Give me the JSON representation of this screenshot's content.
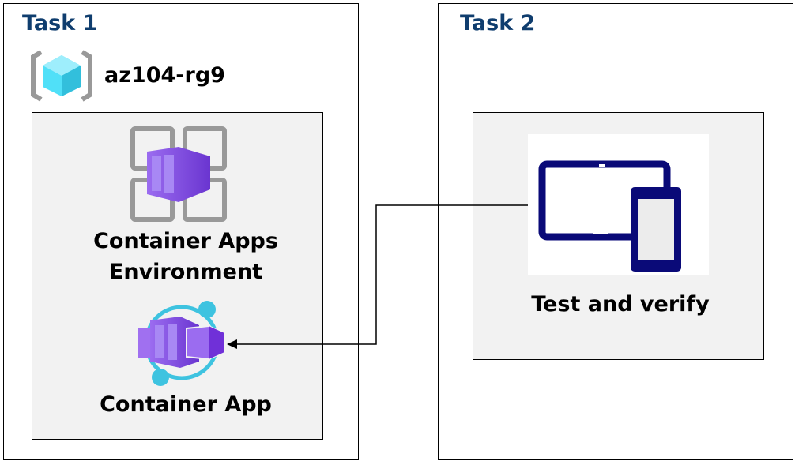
{
  "task1": {
    "title": "Task 1",
    "resource_group": "az104-rg9",
    "environment_label_line1": "Container Apps",
    "environment_label_line2": "Environment",
    "app_label": "Container App"
  },
  "task2": {
    "title": "Task 2",
    "test_label": "Test and verify"
  },
  "icons": {
    "resource_group": "resource-group-icon",
    "environment": "container-apps-environment-icon",
    "app": "container-app-icon",
    "devices": "tablet-phone-icon"
  },
  "colors": {
    "title": "#0f3d6e",
    "purple": "#7a3fe0",
    "cyan": "#3ec3e0",
    "navy": "#0a0a78",
    "panel": "#f2f2f2"
  }
}
